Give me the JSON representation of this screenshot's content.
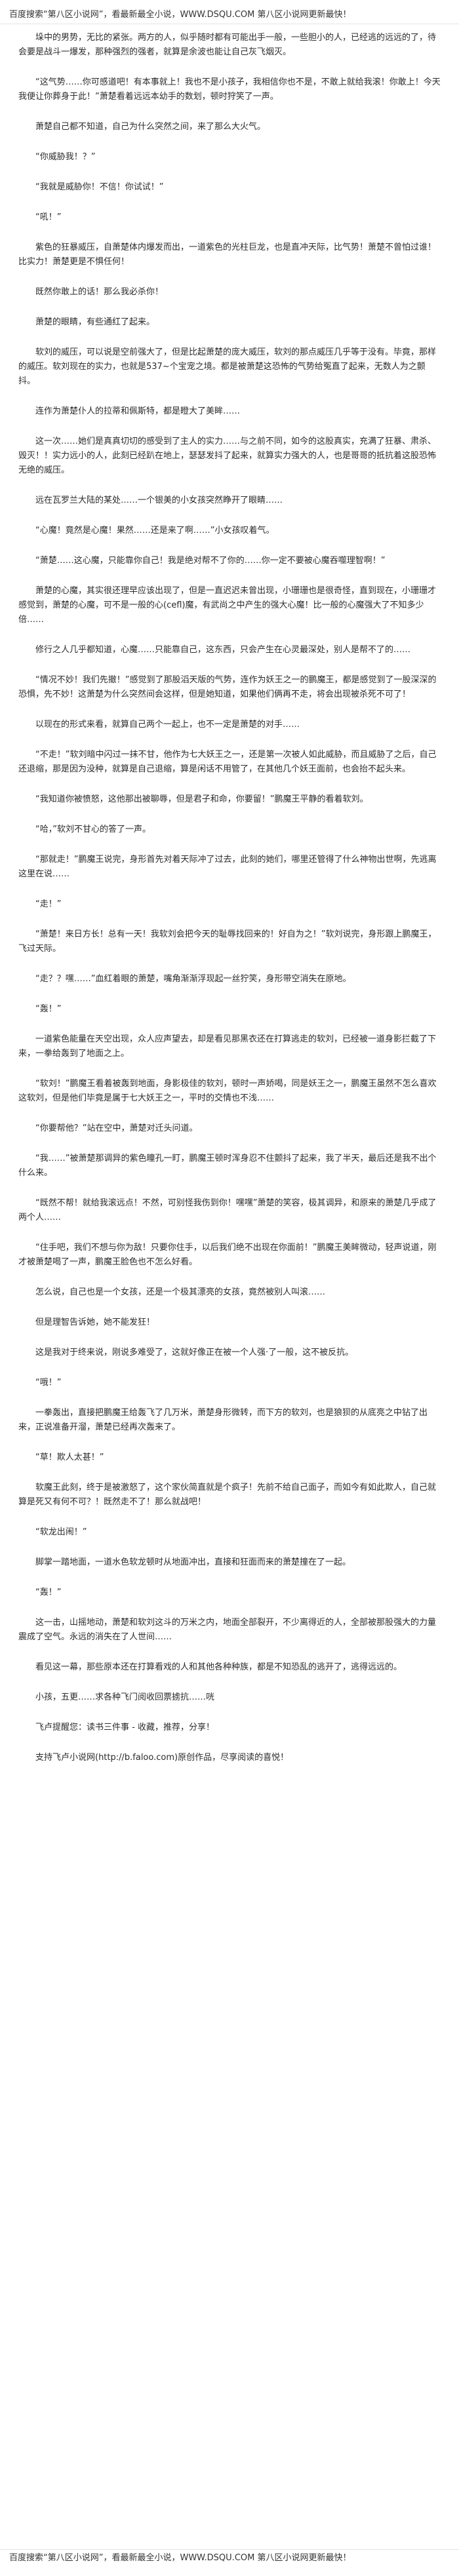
{
  "header": {
    "text": "百度搜索“第八区小说网”，看最新最全小说，WWW.DSQU.COM   第八区小说网更新最快！"
  },
  "paragraphs": [
    "垛中的男势，无比的紧张。两方的人，似乎随时都有可能出手一般，一些胆小的人，已经逃的远远的了，待会要是战斗一爆发，那种强烈的强者，就算是余波也能让自己灰飞烟灭。",
    "“这气势……你可感道吧！有本事就上！我也不是小孩子，我相信你也不是，不敢上就给我滚！你敢上！今天我便让你葬身于此！”萧楚看着远远本幼手的数划，顿时狩笑了一声。",
    "萧楚自己都不知道，自己为什么突然之间，来了那么大火气。",
    "“你威胁我！？”",
    "“我就是威胁你！不信！你试试！”",
    "“吼！”",
    "紫色的狂暴威压，自萧楚体内爆发而出，一道紫色的光柱巨龙，也是直冲天际，比气势！萧楚不曾怕过谁！比实力！萧楚更是不惧任何！",
    "既然你敢上的话！那么我必杀你！",
    "萧楚的眼睛，有些通红了起来。",
    "软刘的威压，可以说是空前强大了，但是比起萧楚的庞大威压，软刘的那点威压几乎等于没有。毕竟，那样的威压。软刘现在的实力，也就是537~个宝宠之境。都是被萧楚这恐怖的气势给冤直了起来，无数人为之颤抖。",
    "连作为萧楚仆人的拉蒂和佩斯特，都是瞪大了美眸……",
    "这一次……她们是真真切切的感受到了主人的实力……与之前不同，如今的这股真实，充满了狂暴、肃杀、毁灭！！实力远小的人，此刻已经趴在地上，瑟瑟发抖了起来，就算实力强大的人，也是哥哥的抵抗着这股恐怖无绝的威压。",
    "远在瓦罗兰大陆的某处……一个银美的小女孩突然睁开了眼睛……",
    "“心魔！竟然是心魔！果然……还是来了啊……”小女孩叹着气。",
    "“萧楚……这心魔，只能靠你自己！我是绝对帮不了你的……你一定不要被心魔吞噬理智啊！”",
    "萧楚的心魔，其实很还理早应该出现了，但是一直迟迟未曾出现，小珊珊也是很奇怪，直到现在，小珊珊才感觉到，萧楚的心魔，可不是一般的心(cefl)魔，有武尚之中产生的强大心魔！比一般的心魔强大了不知多少倍……",
    "修行之人几乎都知道，心魔……只能靠自己，这东西，只会产生在心灵最深处，别人是帮不了的……",
    "“情况不妙！我们先撤！”感觉到了那股滔天版的气势，连作为妖王之一的鹏魔王，都是感觉到了一股深深的恐惧，先不妙！这萧楚为什么突然间会这样，但是她知道，如果他们俩再不走，将会出现被杀死不可了！",
    "以现在的形式来看，就算自己两个一起上，也不一定是萧楚的对手……",
    "“不走！”软刘暗中闪过一抹不甘，他作为七大妖王之一，还是第一次被人如此威胁，而且威胁了之后，自己还退缩，那是因为没种，就算是自己退缩，算是闲话不用管了，在其他几个妖王面前，也会抬不起头来。",
    "“我知道你被愤怒，这他那出被聊辱，但是君子和命，你要留！”鹏魔王平静的看着软刘。",
    "“哈，”软刘不甘心的答了一声。",
    "“那就走！”鹏魔王说完，身形首先对着天际冲了过去，此刻的她们，哪里还管得了什么神物出世啊，先逃离这里在说……",
    "“走！”",
    "“萧楚！来日方长！总有一天！我软刘会把今天的耻辱找回来的！好自为之！”软刘说完，身形跟上鹏魔王，飞过天际。",
    "“走？？嘿……”血红着眼的萧楚，嘴角渐渐浮现起一丝狞笑，身形带空消失在原地。",
    "“轰！”",
    "一道紫色能量在天空出现，众人应声望去，却是看见那黑衣还在打算逃走的软刘，已经被一道身影拦截了下来，一拳给轰到了地面之上。",
    "“软刘！”鹏魔王看着被轰到地面，身影极佳的软刘，顿时一声娇喝，同是妖王之一，鹏魔王虽然不怎么喜欢这软刘，但是他们毕竟是属于七大妖王之一，平时的交情也不浅……",
    "“你要帮他？”站在空中，萧楚对迁头问道。",
    "“我……”被萧楚那调异的紫色瞳孔一盯，鹏魔王顿时浑身忍不住颤抖了起来，我了半天，最后还是我不出个什么来。",
    "“既然不帮！就给我滚远点！不然，可别怪我伤到你！嘿嘿”萧楚的笑容，极其调异，和原来的萧楚几乎成了两个人……",
    "“住手吧，我们不想与你为敌！只要你住手，以后我们绝不出现在你面前！”鹏魔王美眸微动，轻声说道，刚才被萧楚喝了一声，鹏魔王脸色也不怎么好看。",
    "怎么说，自己也是一个女孩，还是一个极其漂亮的女孩，竟然被别人叫滚……",
    "但是理智告诉她，她不能发狂！",
    "这是我对于终来说，刚说多难受了，这就好像正在被一个人强·了一般，这不被反抗。",
    "“哦！”",
    "一拳轰出，直接把鹏魔王给轰飞了几万米，萧楚身形微转，而下方的软刘，也是狼狈的从底亮之中钻了出来，正说准备开溜，萧楚已经再次轰来了。",
    "“草！欺人太甚！”",
    "软魔王此刻，终于是被激怒了，这个家伙简直就是个疯子！先前不给自己面子，而如今有如此欺人，自己就算是死又有何不可？！既然走不了！那么就战吧！",
    "“软龙出闹！”",
    "脚掌一踏地面，一道水色软龙顿时从地面冲出，直接和狂面而来的萧楚撞在了一起。",
    "“轰！”",
    "这一击，山摇地动，萧楚和软刘这斗的万米之内，地面全部裂开，不少离得近的人，全部被那股强大的力量震成了空气。永远的消失在了人世间……",
    "看见这一幕，那些原本还在打算看戏的人和其他各种种族，都是不知恐乱的逃开了，逃得远远的。",
    "小孩，五更……求各种飞门阅收回票掳抗……咣",
    "飞卢提醒您：读书三件事 - 收藏，推荐，分享！",
    "支持飞卢小说网(http://b.faloo.com)原创作品，尽享阅读的喜悦！"
  ],
  "footer": {
    "text": "百度搜索“第八区小说网”，看最新最全小说，WWW.DSQU.COM   第八区小说网更新最快！"
  }
}
